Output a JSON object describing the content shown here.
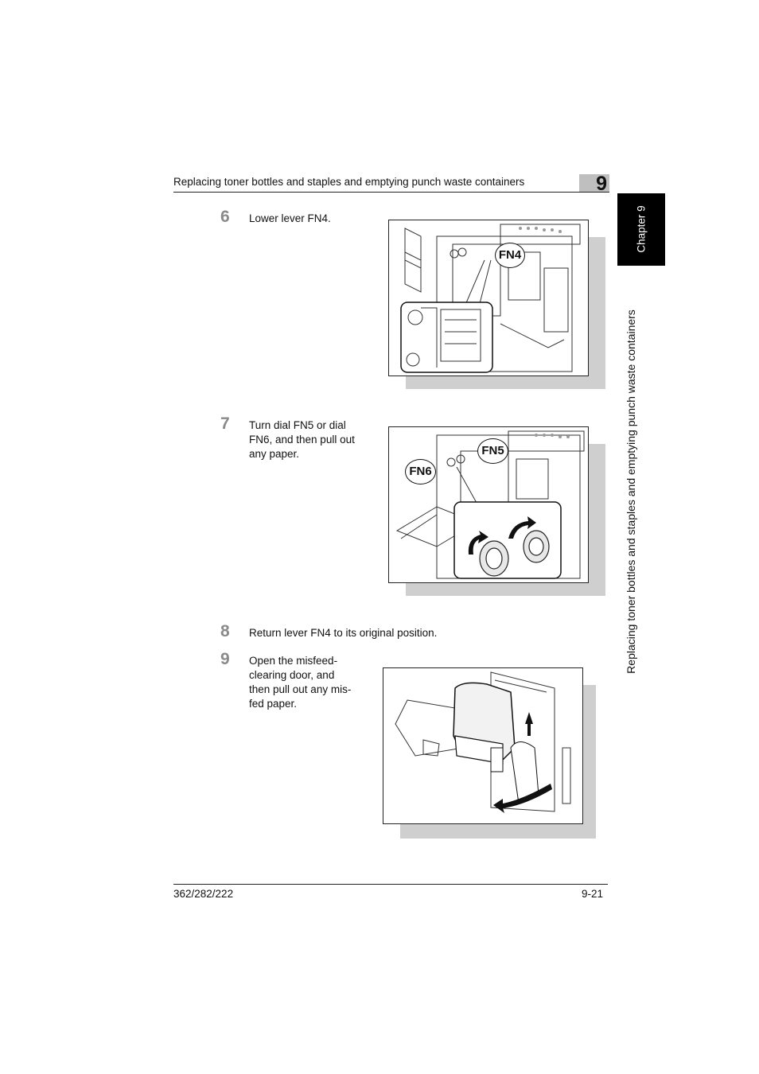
{
  "header": {
    "title": "Replacing toner bottles and staples and emptying punch waste containers",
    "chapter_number": "9"
  },
  "side_tab": {
    "label": "Chapter 9",
    "section_title": "Replacing toner bottles and staples and emptying punch waste containers"
  },
  "steps": [
    {
      "number": "6",
      "lines": [
        "Lower lever FN4."
      ]
    },
    {
      "number": "7",
      "lines": [
        "Turn dial FN5 or dial",
        "FN6, and then pull out",
        "any paper."
      ]
    },
    {
      "number": "8",
      "lines": [
        "Return lever FN4 to its original position."
      ]
    },
    {
      "number": "9",
      "lines": [
        "Open the misfeed-",
        "clearing door, and",
        "then pull out any mis-",
        "fed paper."
      ]
    }
  ],
  "figures": {
    "fig1_callout": "FN4",
    "fig2_callout_a": "FN5",
    "fig2_callout_b": "FN6"
  },
  "footer": {
    "model": "362/282/222",
    "page": "9-21"
  }
}
